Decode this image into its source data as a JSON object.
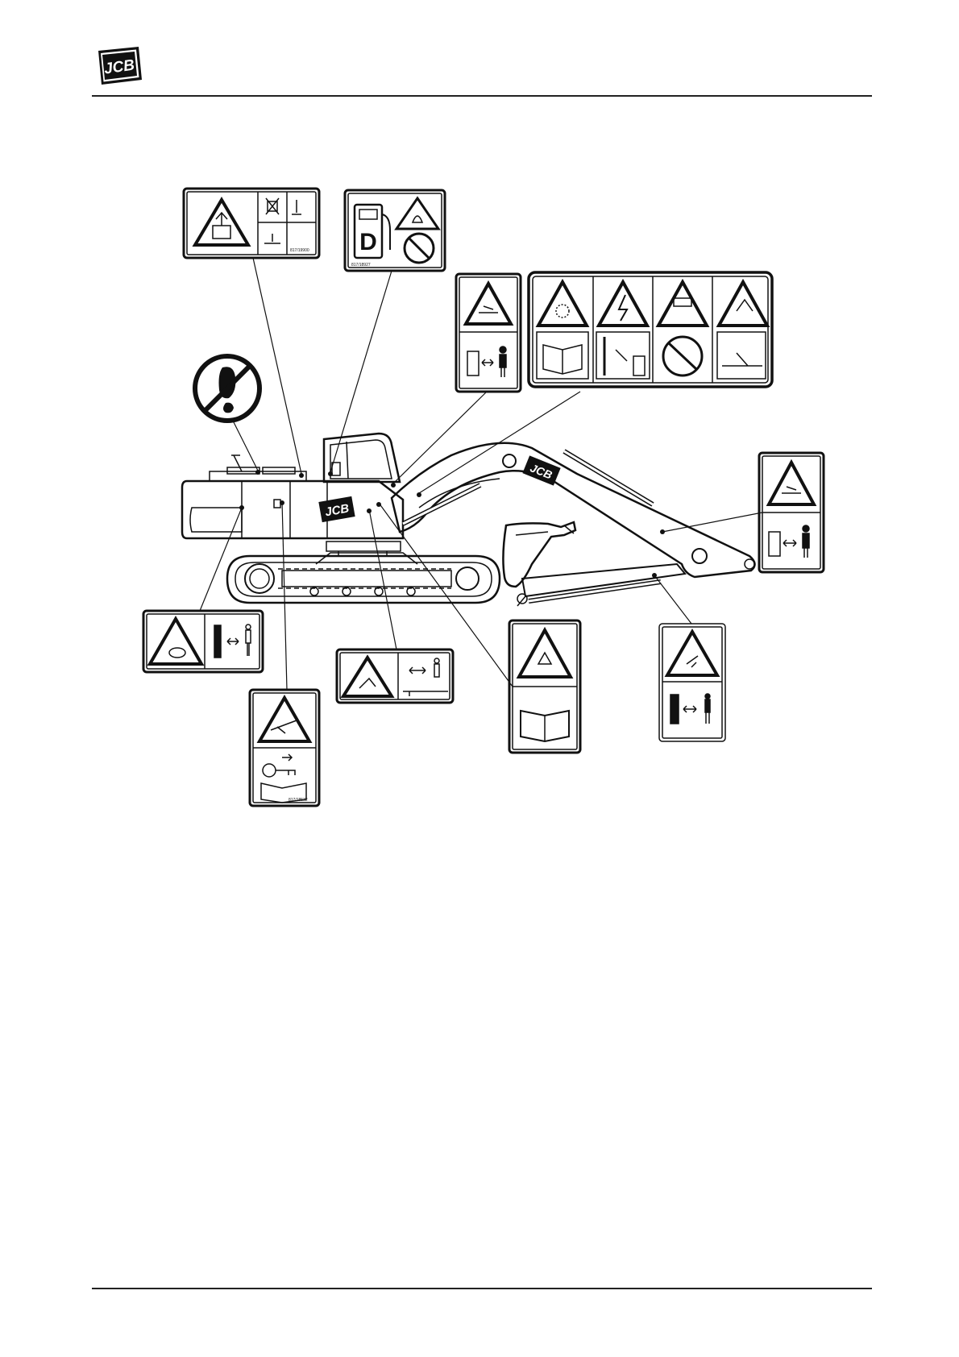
{
  "header": {
    "logo_text": "JCB"
  },
  "figure": {
    "machine_badge_boom": "JCB",
    "machine_badge_body": "JCB",
    "decal_fuel_letter": "D",
    "decal_codes": {
      "hydraulic_pressure": "817/19900",
      "fuel": "817/18927",
      "hood_crush": "817/18532"
    }
  },
  "colors": {
    "ink": "#111111",
    "paper": "#ffffff",
    "rule": "#222222"
  }
}
